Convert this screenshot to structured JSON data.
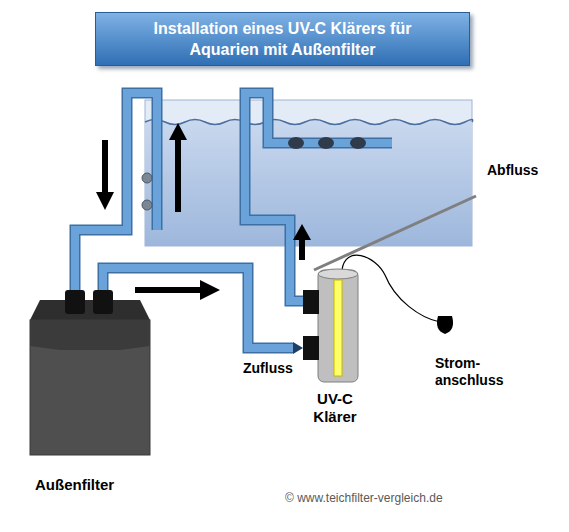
{
  "diagram": {
    "title": "Installation eines UV-C Klärers für Aquarien mit Außenfilter",
    "nodes": [
      {
        "text": [
          "Außenfilter"
        ]
      },
      {
        "text": [
          "UV-C Klärer"
        ]
      }
    ],
    "edges": [
      {
        "from": 0,
        "to": 1,
        "arrow": "to"
      }
    ],
    "labels": [
      "Abfluss",
      "Zufluss",
      "Strom- anschluss",
      "© www.teichfilter-vergleich.de"
    ]
  }
}
